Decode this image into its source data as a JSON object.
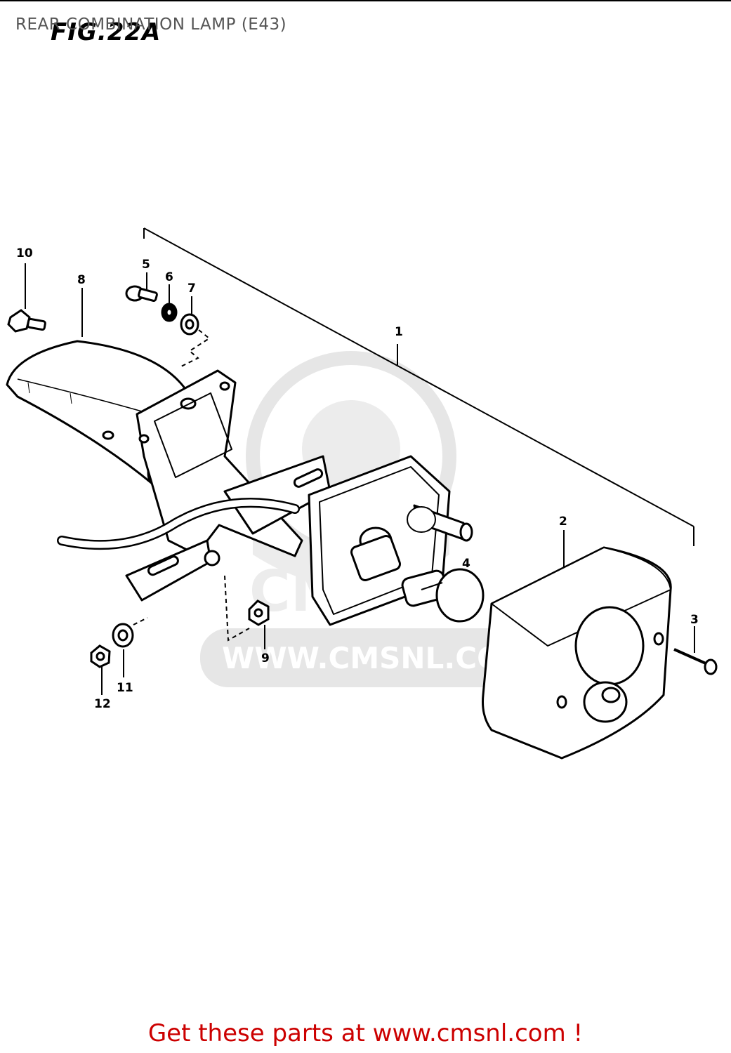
{
  "page": {
    "title": "REAR COMBINATION LAMP (E43)",
    "figure_label": "FIG.22A",
    "footer_text": "Get these parts at www.cmsnl.com !"
  },
  "watermark": {
    "url_text": "WWW.CMSNL.COM"
  },
  "callouts": {
    "c1": "1",
    "c2": "2",
    "c3": "3",
    "c4": "4",
    "c5": "5",
    "c6": "6",
    "c7": "7",
    "c8": "8",
    "c9": "9",
    "c10": "10",
    "c11": "11",
    "c12": "12"
  },
  "colors": {
    "footer": "#cc0000",
    "title": "#555555",
    "watermark": "#e6e6e6"
  }
}
